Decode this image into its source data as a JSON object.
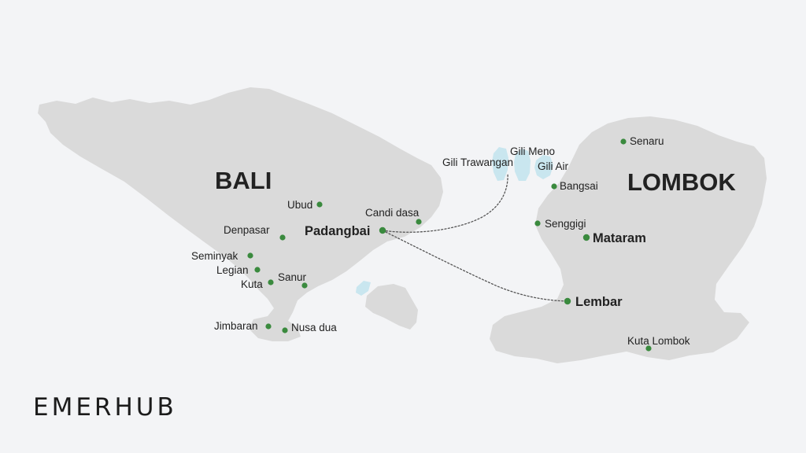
{
  "map": {
    "islands": {
      "bali": "BALI",
      "lombok": "LOMBOK"
    },
    "places": {
      "ubud": "Ubud",
      "denpasar": "Denpasar",
      "padangbai": "Padangbai",
      "candi_dasa": "Candi dasa",
      "seminyak": "Seminyak",
      "legian": "Legian",
      "kuta": "Kuta",
      "sanur": "Sanur",
      "jimbaran": "Jimbaran",
      "nusa_dua": "Nusa dua",
      "gili_trawangan": "Gili Trawangan",
      "gili_meno": "Gili Meno",
      "gili_air": "Gili Air",
      "bangsai": "Bangsai",
      "senaru": "Senaru",
      "senggigi": "Senggigi",
      "mataram": "Mataram",
      "lembar": "Lembar",
      "kuta_lombok": "Kuta Lombok"
    },
    "marker_color": "#3a8a3e",
    "land_color": "#dadada",
    "water_color": "#c9e6ef",
    "background_color": "#f3f4f6"
  },
  "branding": {
    "logo": "EMERHUB"
  }
}
